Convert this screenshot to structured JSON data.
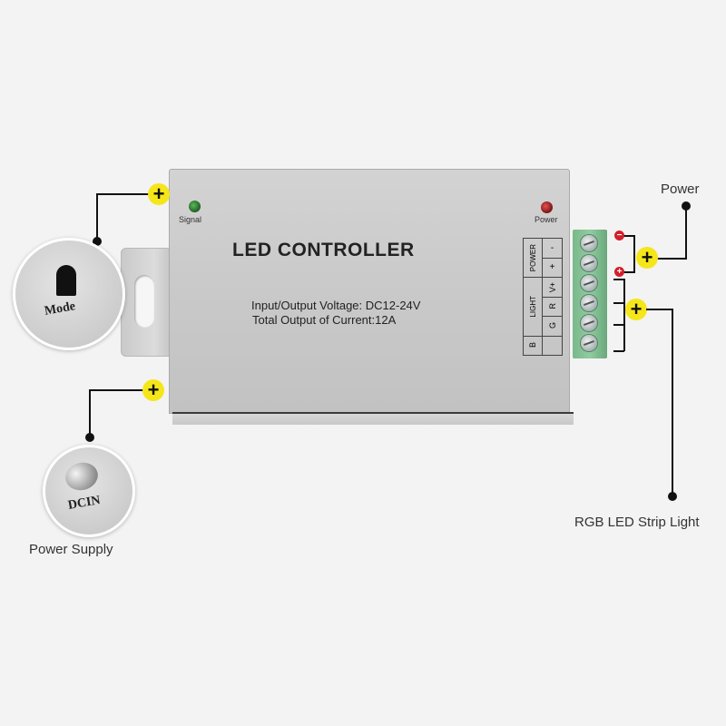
{
  "device": {
    "title": "LED CONTROLLER",
    "spec_line_1": "Input/Output Voltage:  DC12-24V",
    "spec_line_2": "Total Output of Current:12A",
    "indicators": [
      {
        "label": "Signal",
        "color": "#2e7d32"
      },
      {
        "label": "Power",
        "color": "#b71c1c"
      }
    ],
    "terminal_table": {
      "power_header": "POWER",
      "power_pins": [
        "-",
        "+"
      ],
      "light_header": "LIGHT",
      "light_pins": [
        "V+",
        "R",
        "G",
        "B"
      ]
    },
    "terminal_color": "#84c196"
  },
  "callouts": {
    "mode": {
      "button_text": "Mode"
    },
    "power_supply": {
      "button_text": "DCIN",
      "label": "Power Supply"
    },
    "power": {
      "label": "Power",
      "negative": "−",
      "positive": "+"
    },
    "rgb_strip": {
      "label": "RGB LED Strip Light"
    },
    "marker": "+",
    "marker_color": "#f5e61a"
  }
}
